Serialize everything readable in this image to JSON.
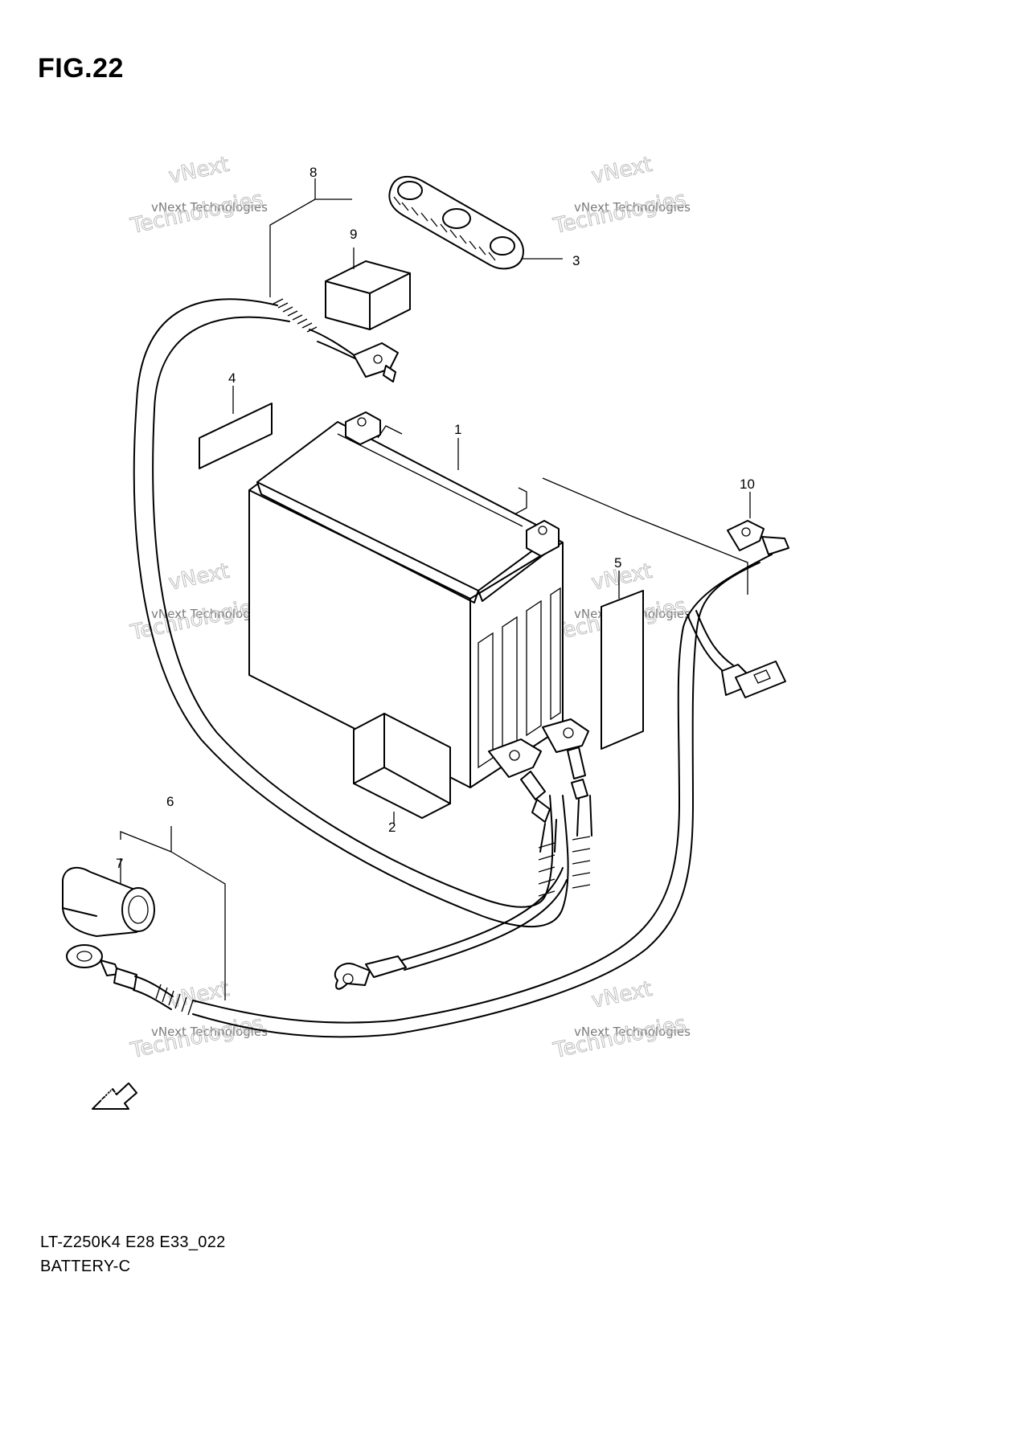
{
  "figure": {
    "title": "FIG.22",
    "code": "LT-Z250K4 E28 E33_022",
    "name": "BATTERY-C"
  },
  "callouts": [
    "1",
    "2",
    "3",
    "4",
    "5",
    "6",
    "7",
    "8",
    "9",
    "10"
  ],
  "watermark": {
    "line1": "vNext Technologies",
    "line2": "vNext",
    "line3": "Technologies"
  },
  "direction_label": "FWD"
}
